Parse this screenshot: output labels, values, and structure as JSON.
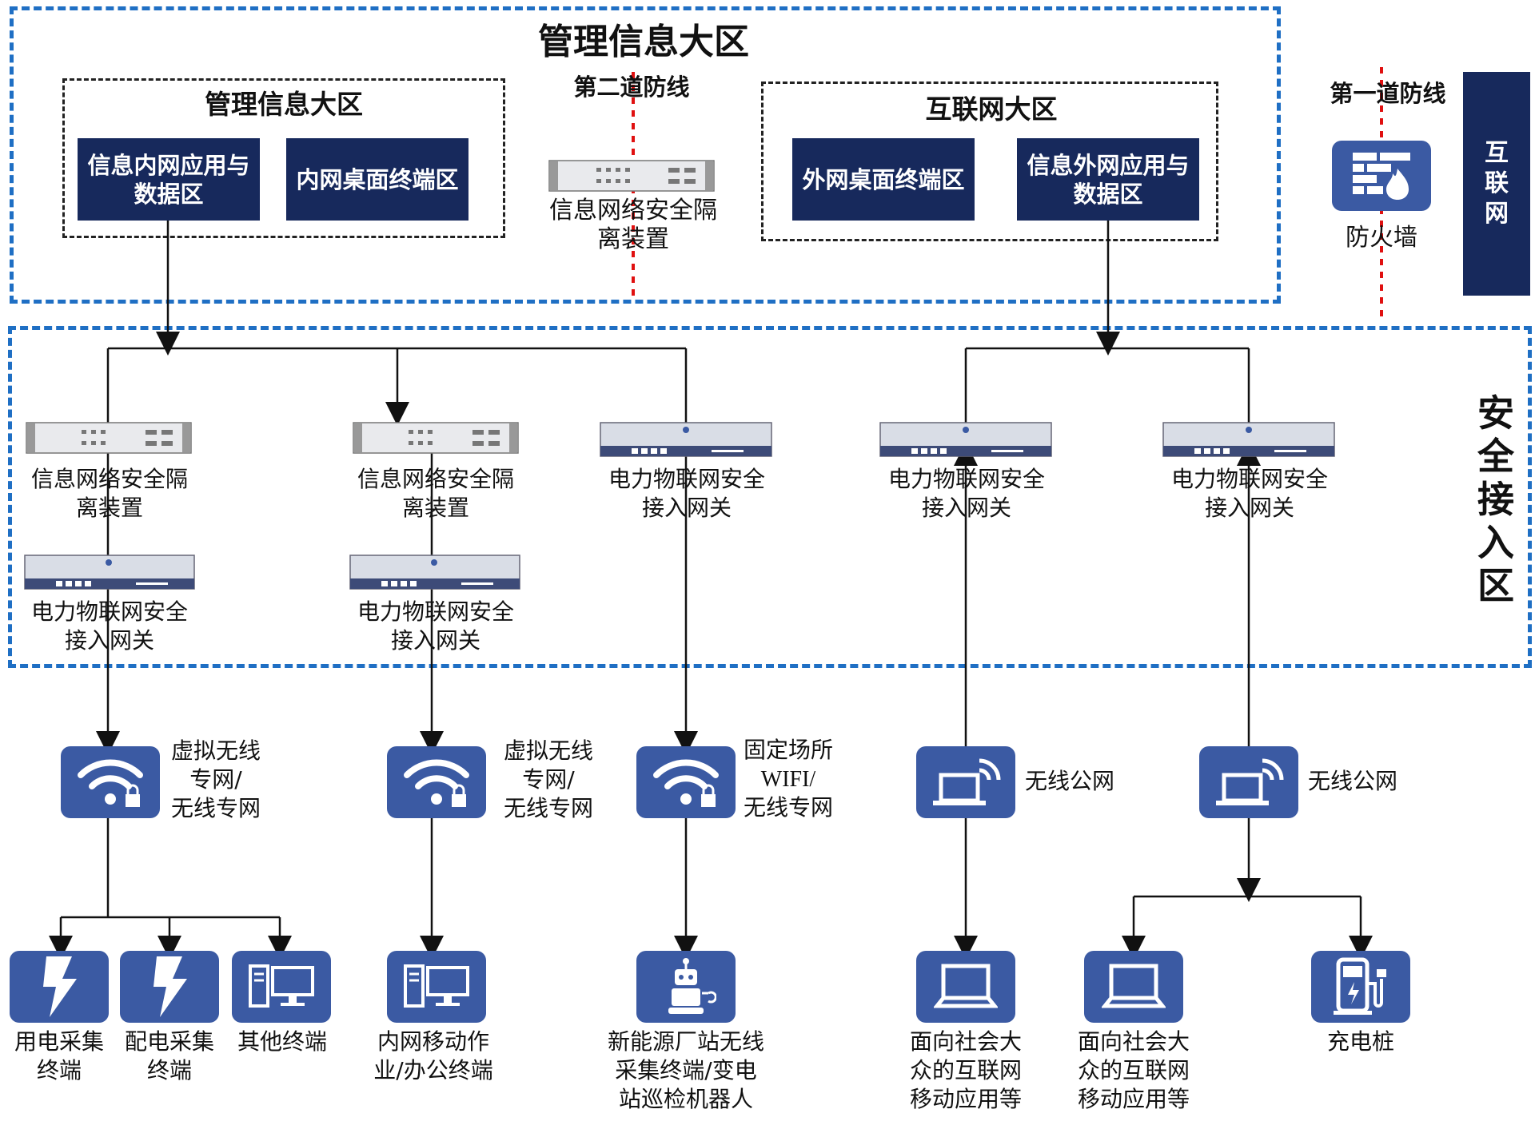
{
  "mgmt_zone": {
    "title": "管理信息大区",
    "inner_title": "管理信息大区",
    "box_intranet_app": "信息内网应用与\n数据区",
    "box_intranet_desktop": "内网桌面终端区"
  },
  "second_line": {
    "title": "第二道防线",
    "device_label": "信息网络安全隔\n离装置"
  },
  "internet_zone": {
    "title": "互联网大区",
    "box_extranet_desktop": "外网桌面终端区",
    "box_extranet_app": "信息外网应用与\n数据区"
  },
  "first_line": {
    "title": "第一道防线",
    "firewall_label": "防火墙",
    "firewall_icon": "firewall-icon"
  },
  "internet_bar": "互\n联\n网",
  "secure_access_zone": "安\n全\n接\n入\n区",
  "access_devices": {
    "isolator_1": "信息网络安全隔\n离装置",
    "isolator_2": "信息网络安全隔\n离装置",
    "gateway_1": "电力物联网安全\n接入网关",
    "gateway_2": "电力物联网安全\n接入网关",
    "gateway_3": "电力物联网安全\n接入网关",
    "gateway_4": "电力物联网安全\n接入网关",
    "gateway_5": "电力物联网安全\n接入网关"
  },
  "networks": {
    "net_1": "虚拟无线\n专网/\n无线专网",
    "net_2": "虚拟无线\n专网/\n无线专网",
    "net_3": "固定场所\nWIFI/\n无线专网",
    "net_4": "无线公网",
    "net_5": "无线公网"
  },
  "terminals": {
    "t_power_use": "用电采集\n终端",
    "t_power_dist": "配电采集\n终端",
    "t_other": "其他终端",
    "t_intranet_mobile": "内网移动作\n业/办公终端",
    "t_robot": "新能源厂站无线\n采集终端/变电\n站巡检机器人",
    "t_public_1": "面向社会大\n众的互联网\n移动应用等",
    "t_public_2": "面向社会大\n众的互联网\n移动应用等",
    "t_charger": "充电桩"
  },
  "colors": {
    "navy": "#17295c",
    "tile": "#3b5aa3",
    "zone_dash": "#1f6fc4",
    "defense_line": "#e01010"
  }
}
